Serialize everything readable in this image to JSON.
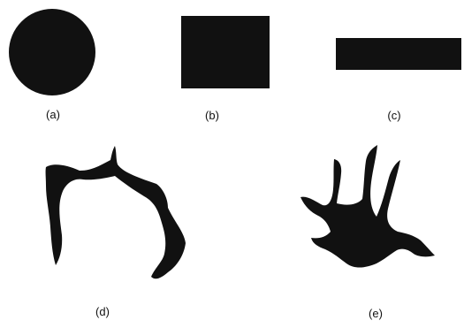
{
  "colors": {
    "background": "#ffffff",
    "shape_fill": "#111111"
  },
  "shapes": [
    {
      "label": "(a)",
      "kind": "circle"
    },
    {
      "label": "(b)",
      "kind": "square"
    },
    {
      "label": "(c)",
      "kind": "rectangle"
    },
    {
      "label": "(d)",
      "kind": "irregular-arch"
    },
    {
      "label": "(e)",
      "kind": "irregular-branching"
    }
  ]
}
